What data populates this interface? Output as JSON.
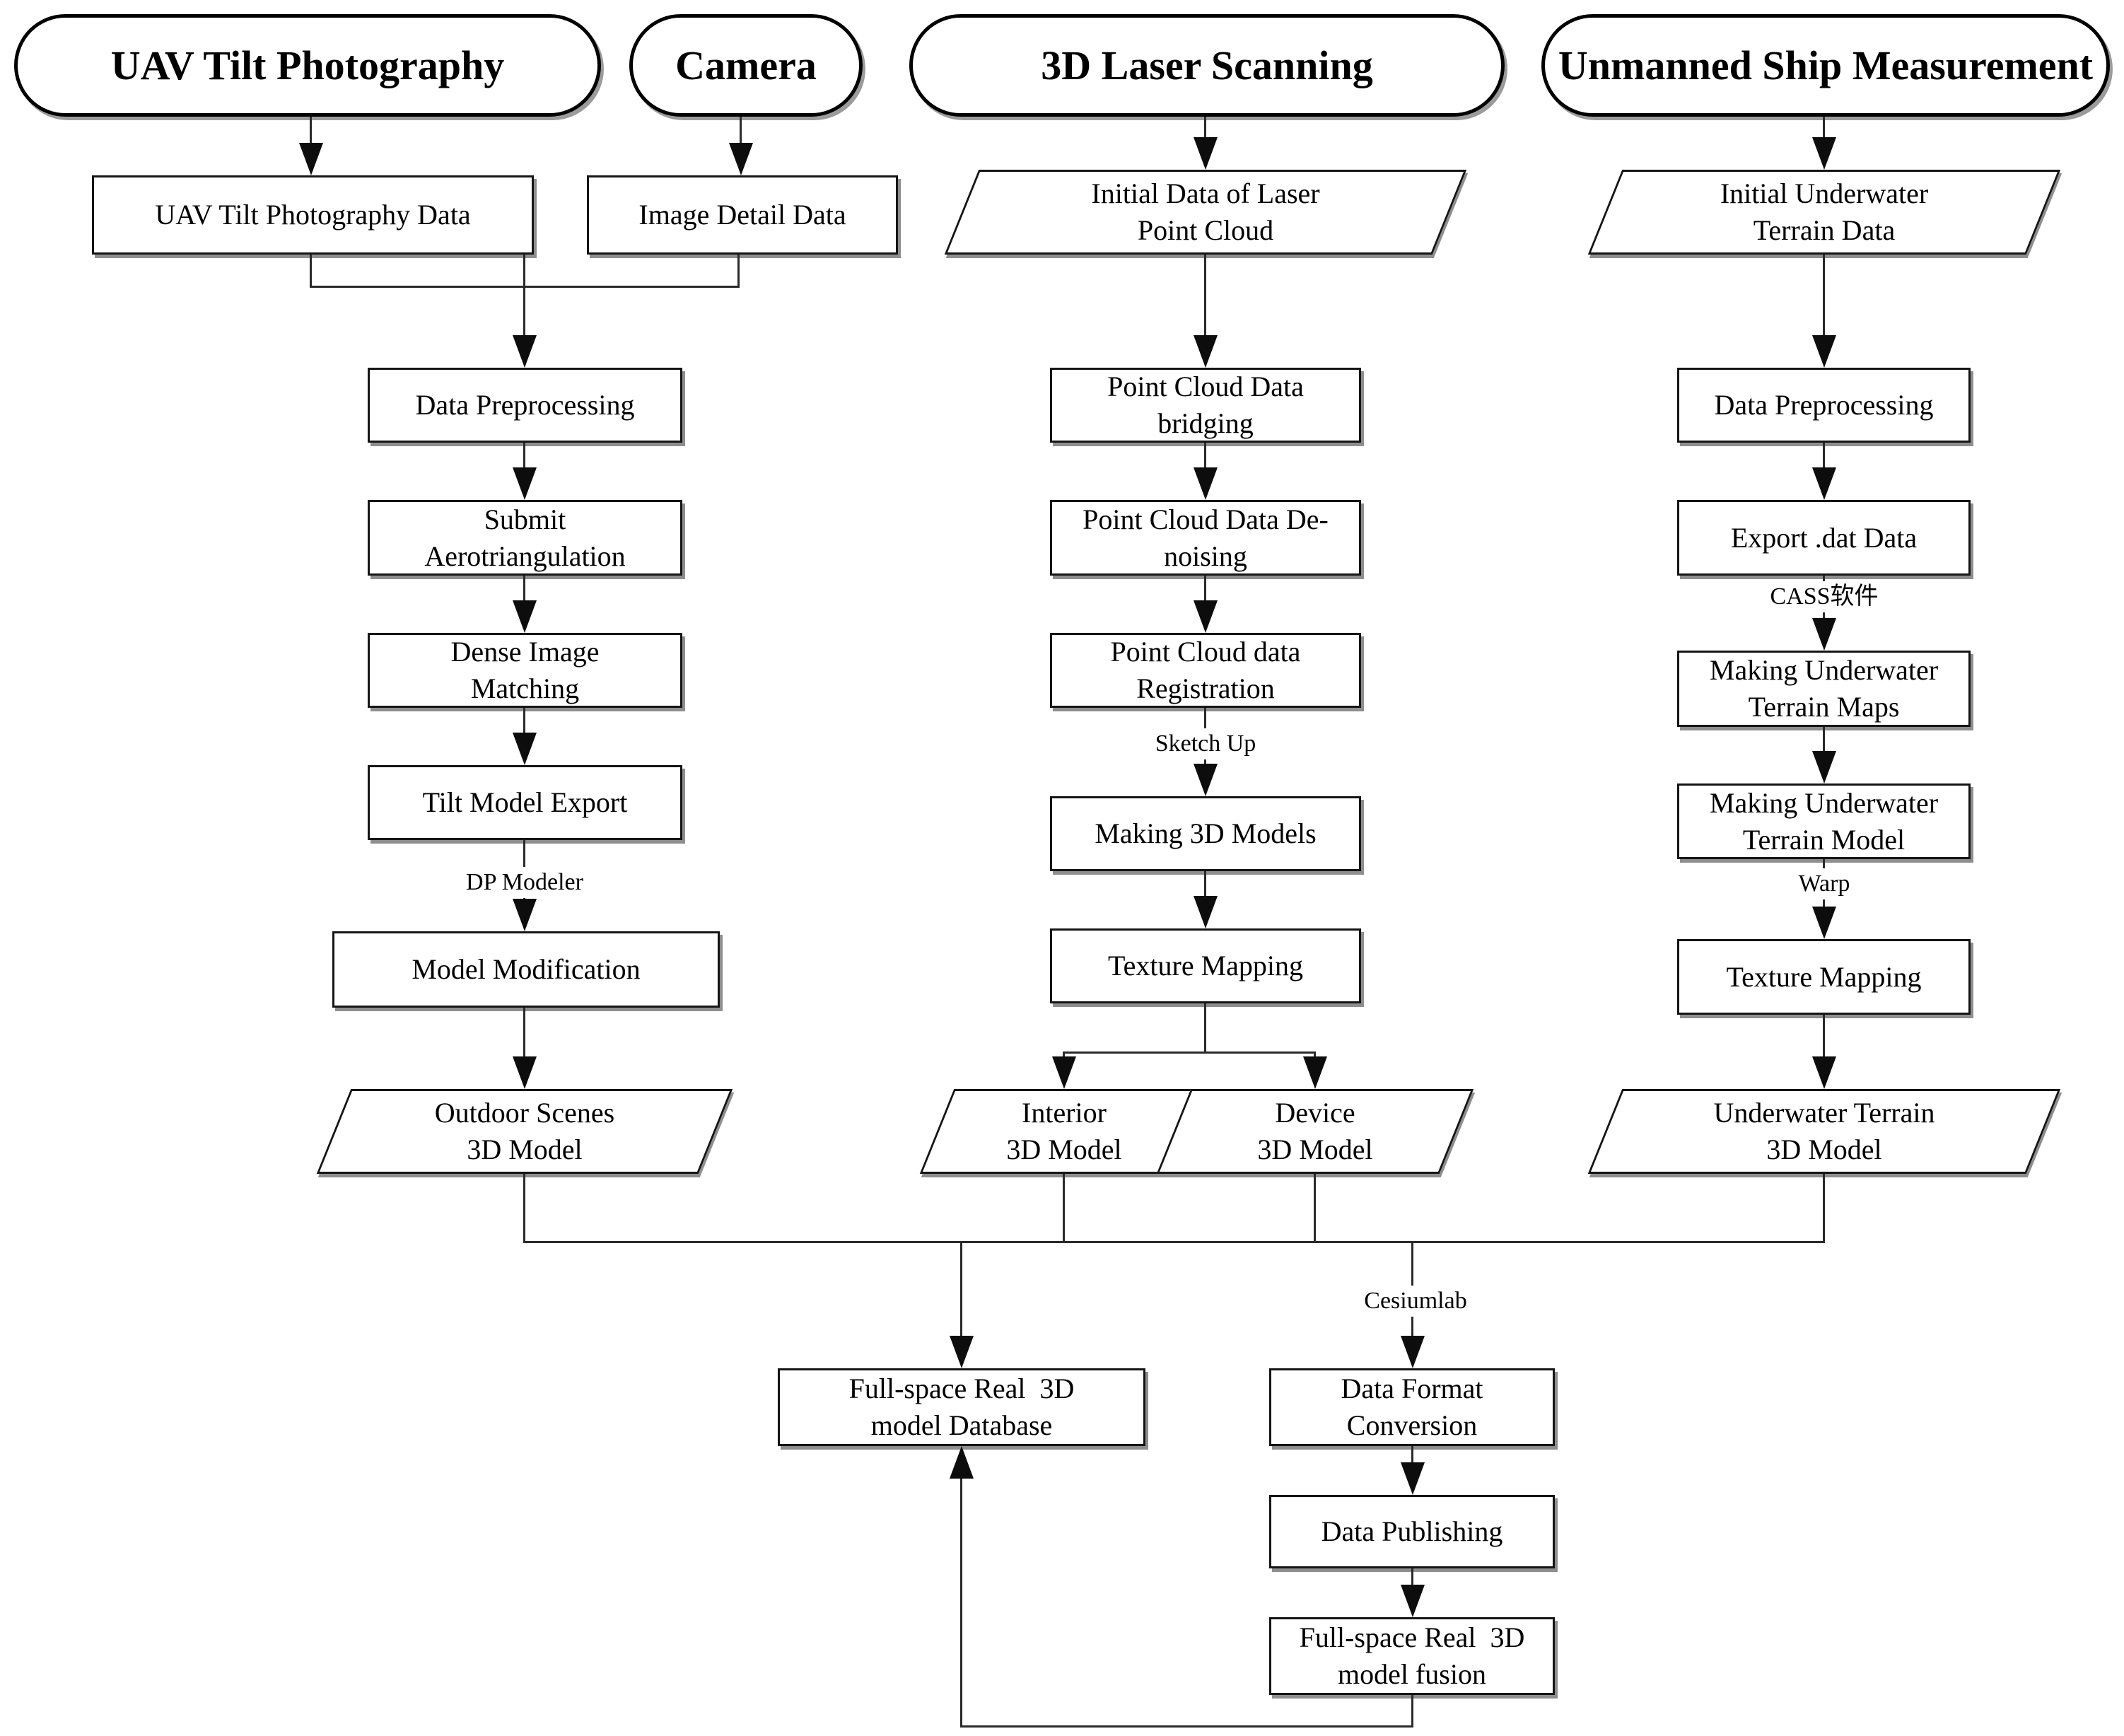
{
  "colors": {
    "ink": "#000000",
    "paper": "#ffffff",
    "shadow": "#8e8e8e"
  },
  "nodes": {
    "uav_header": "UAV Tilt Photography",
    "camera_header": "Camera",
    "laser_header": "3D Laser Scanning",
    "ship_header": "Unmanned Ship Measurement",
    "uav_data": "UAV Tilt Photography Data",
    "image_detail": "Image Detail Data",
    "uav_preprocess": "Data Preprocessing",
    "submit_aero": "Submit\nAerotriangulation",
    "dense_match": "Dense Image\nMatching",
    "tilt_export": "Tilt Model Export",
    "model_mod": "Model Modification",
    "outdoor_model": "Outdoor Scenes\n3D Model",
    "laser_initial": "Initial Data of Laser\nPoint Cloud",
    "pc_bridging": "Point Cloud Data\nbridging",
    "pc_denoise": "Point Cloud Data De-\nnoising",
    "pc_registration": "Point Cloud data\nRegistration",
    "making_3d": "Making 3D Models",
    "texture_laser": "Texture Mapping",
    "interior_model": "Interior\n3D Model",
    "device_model": "Device\n3D Model",
    "ship_initial": "Initial Underwater\nTerrain Data",
    "ship_preprocess": "Data Preprocessing",
    "export_dat": "Export .dat Data",
    "terrain_maps": "Making Underwater\nTerrain Maps",
    "terrain_model": "Making Underwater\nTerrain Model",
    "texture_ship": "Texture Mapping",
    "underwater_model": "Underwater Terrain\n3D Model",
    "db": "Full-space Real  3D\nmodel Database",
    "format_conv": "Data Format\nConversion",
    "publishing": "Data Publishing",
    "fusion": "Full-space Real  3D\nmodel fusion"
  },
  "labels": {
    "dp_modeler": "DP Modeler",
    "sketch_up": "Sketch Up",
    "cass": "CASS软件",
    "warp": "Warp",
    "cesiumlab": "Cesiumlab"
  }
}
